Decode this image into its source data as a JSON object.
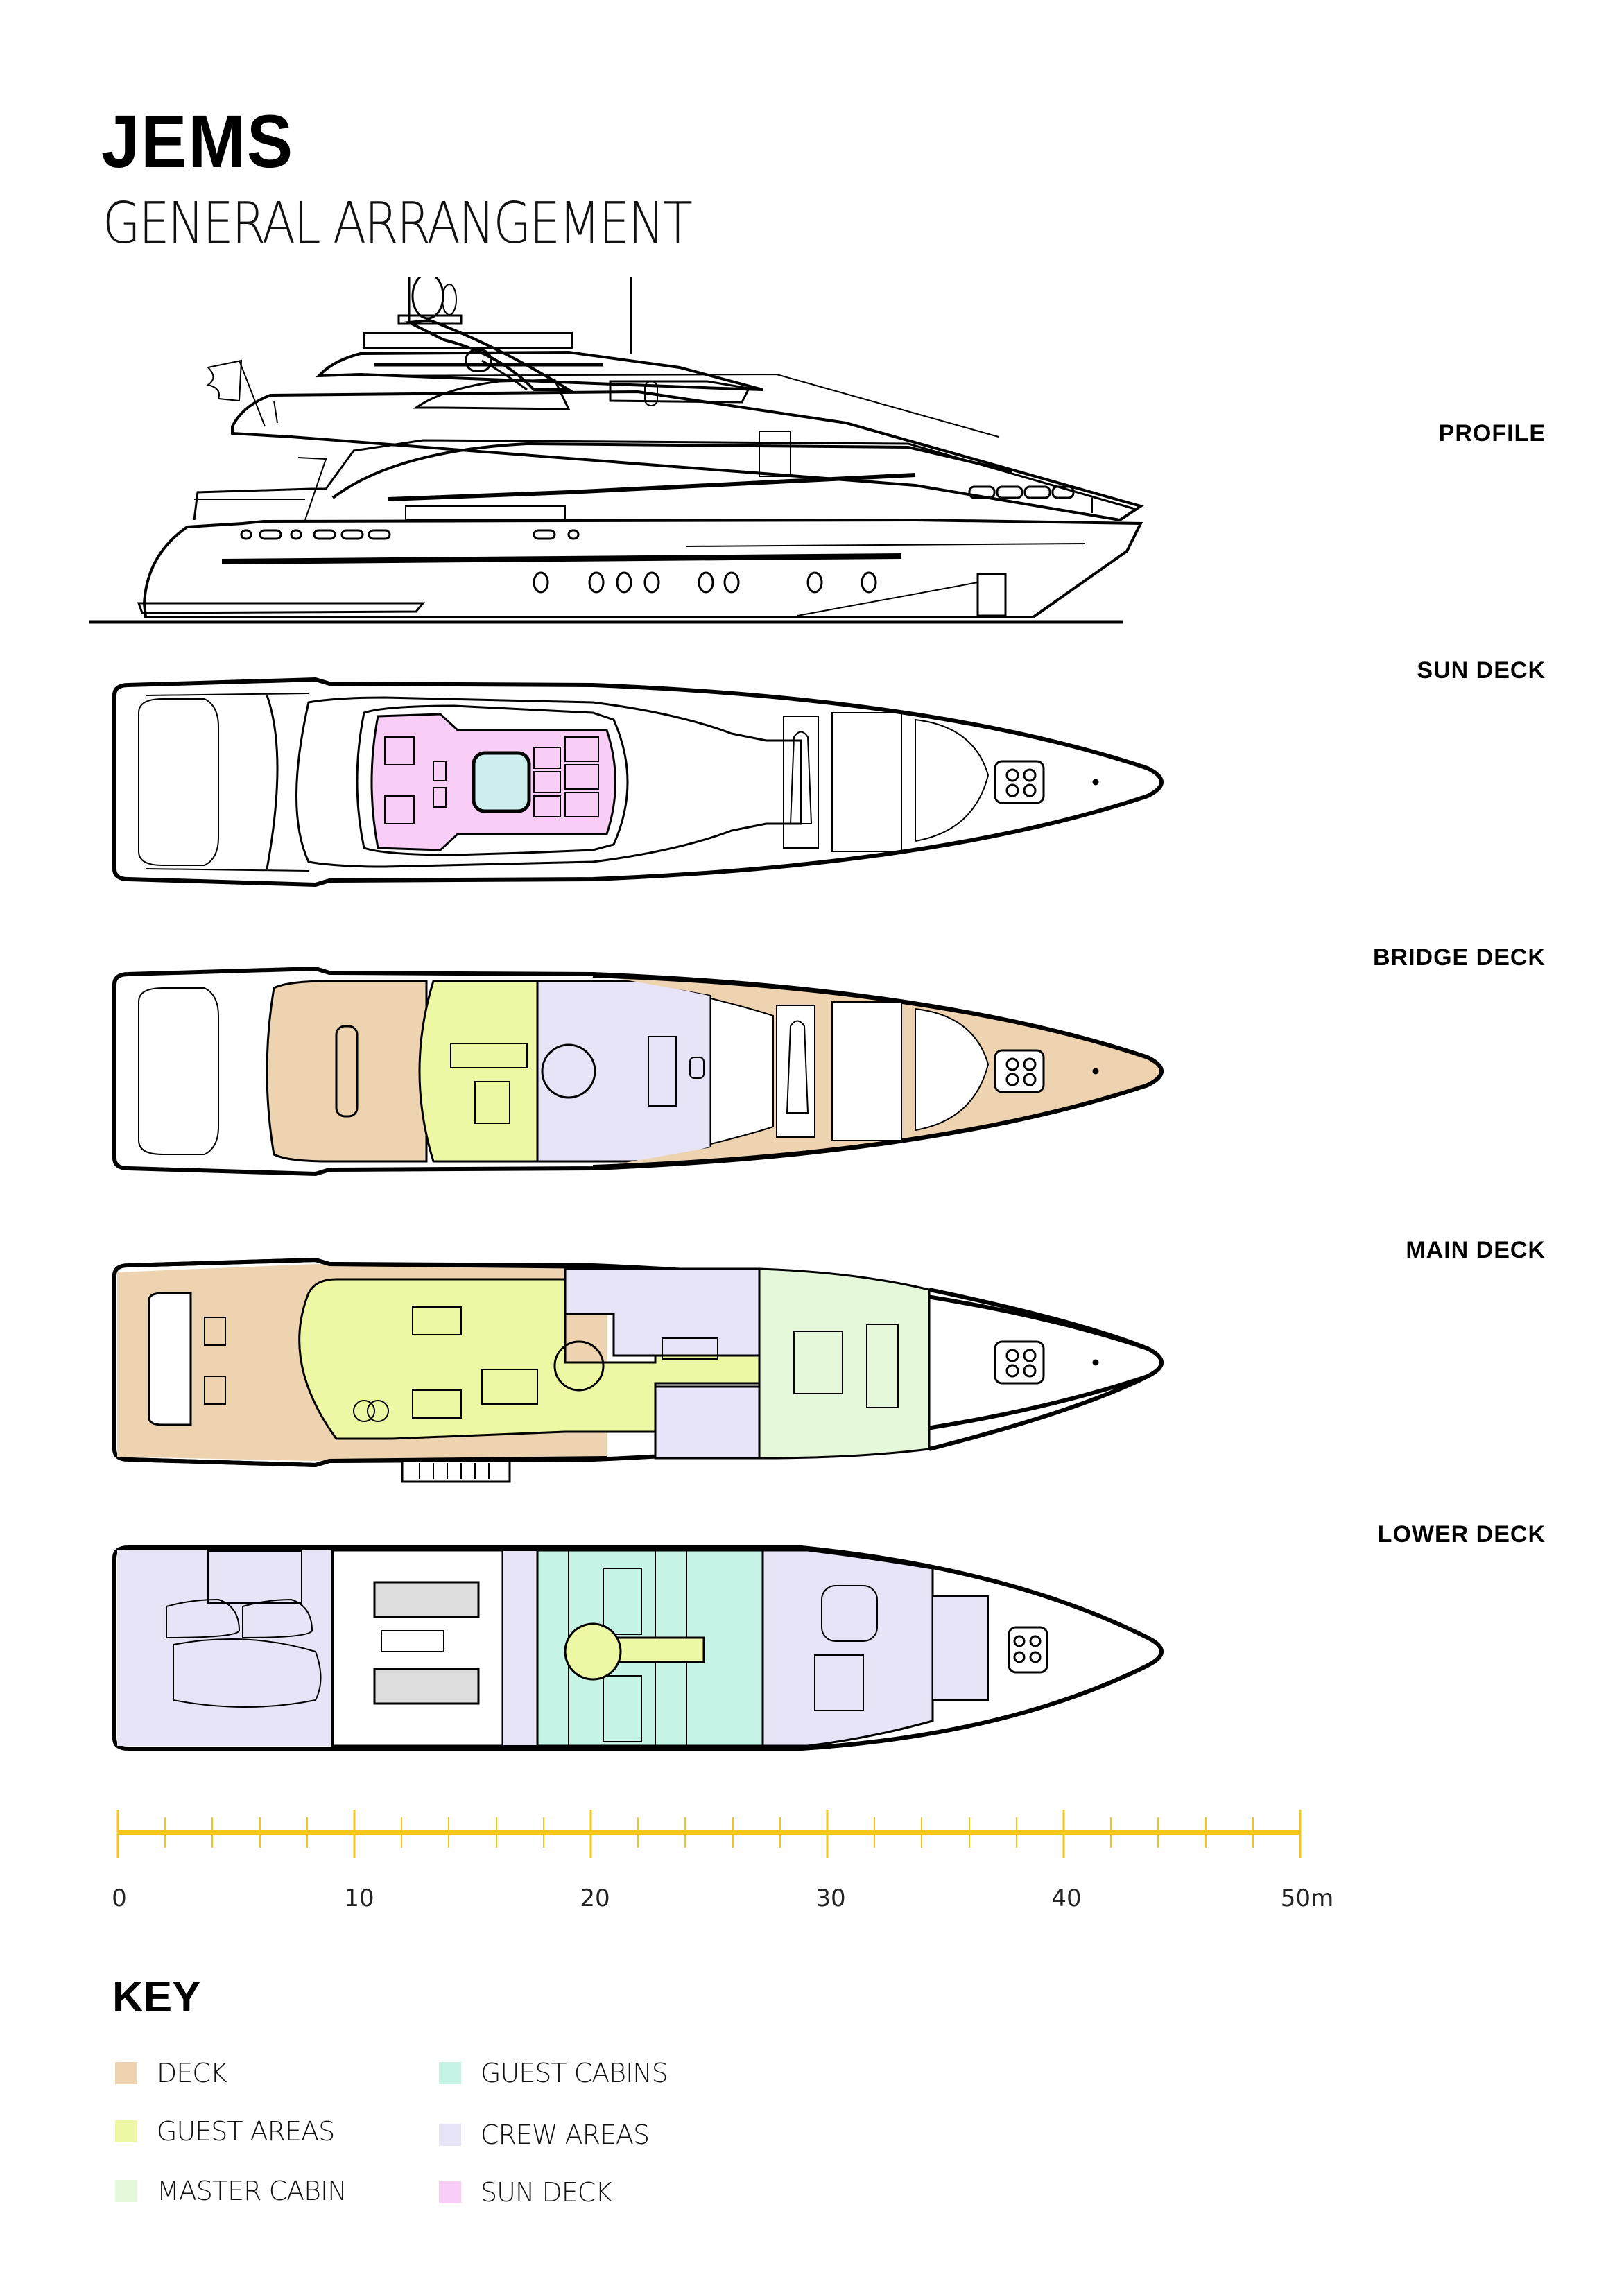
{
  "header": {
    "title": "JEMS",
    "subtitle": "GENERAL ARRANGEMENT"
  },
  "views": [
    {
      "id": "profile",
      "label": "PROFILE"
    },
    {
      "id": "sun_deck",
      "label": "SUN DECK"
    },
    {
      "id": "bridge_deck",
      "label": "BRIDGE DECK"
    },
    {
      "id": "main_deck",
      "label": "MAIN DECK"
    },
    {
      "id": "lower_deck",
      "label": "LOWER DECK"
    }
  ],
  "scale_bar": {
    "unit": "m",
    "labels": [
      "0",
      "10",
      "20",
      "30",
      "40",
      "50m"
    ],
    "major_interval": 10,
    "minor_divisions": 5,
    "max": 50,
    "color": "#F5C518"
  },
  "key": {
    "title": "KEY",
    "items": [
      {
        "label": "DECK",
        "color": "#EDD3B0"
      },
      {
        "label": "GUEST AREAS",
        "color": "#EEF8A4"
      },
      {
        "label": "MASTER CABIN",
        "color": "#E6F8DA"
      },
      {
        "label": "GUEST CABINS",
        "color": "#C6F5E8"
      },
      {
        "label": "CREW AREAS",
        "color": "#E8E4F8"
      },
      {
        "label": "SUN DECK",
        "color": "#F8CEF6"
      }
    ]
  },
  "colors": {
    "deck": "#EDD3B0",
    "guest_areas": "#EEF8A4",
    "master_cabin": "#E6F8DA",
    "guest_cabins": "#C6F5E8",
    "crew_areas": "#E8E4F8",
    "sun_deck": "#F8CEF6",
    "jacuzzi": "#CDEFF0",
    "line": "#000000"
  }
}
